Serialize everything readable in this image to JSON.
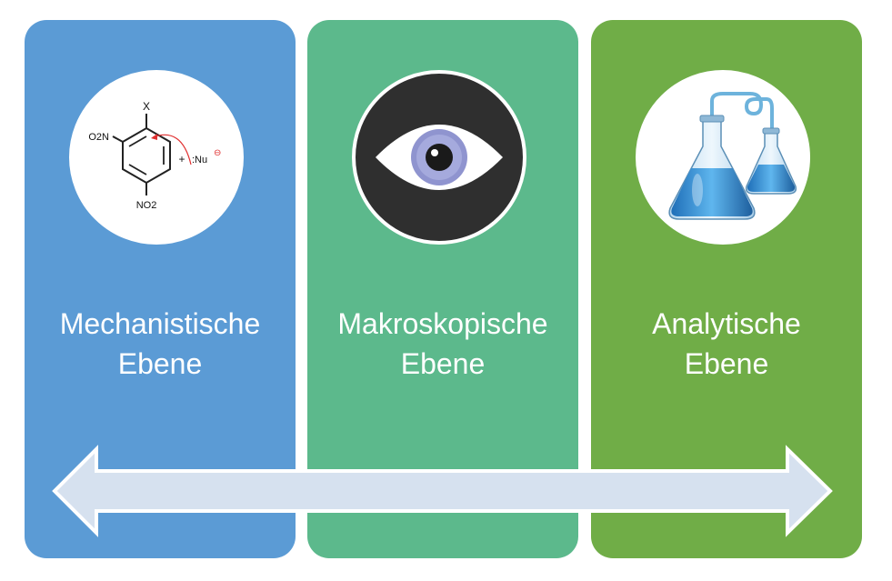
{
  "panels": [
    {
      "line1": "Mechanistische",
      "line2": "Ebene",
      "color": "#5b9bd5",
      "icon": "reaction-mechanism-icon"
    },
    {
      "line1": "Makroskopische",
      "line2": "Ebene",
      "color": "#5cb98c",
      "icon": "eye-icon"
    },
    {
      "line1": "Analytische",
      "line2": "Ebene",
      "color": "#70ad47",
      "icon": "lab-flasks-icon"
    }
  ],
  "molecule": {
    "substituent": "X",
    "nitro_left": "O2N",
    "nitro_bottom": "NO2",
    "plus": "+",
    "nucleophile": ":Nu",
    "charge": "⊖"
  },
  "arrow_color": "#d6e1ef"
}
